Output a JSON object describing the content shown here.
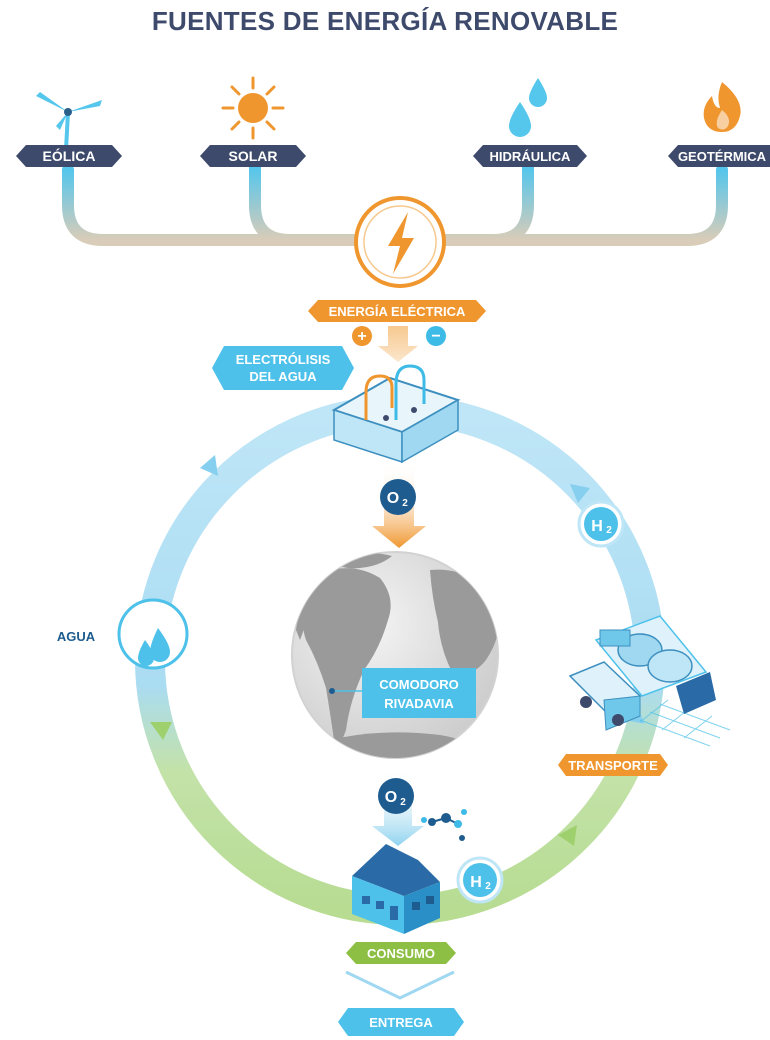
{
  "title": "FUENTES DE ENERGÍA RENOVABLE",
  "sources": [
    {
      "label": "EÓLICA",
      "icon": "wind-turbine-icon"
    },
    {
      "label": "SOLAR",
      "icon": "sun-icon"
    },
    {
      "label": "HIDRÁULICA",
      "icon": "water-drops-icon"
    },
    {
      "label": "GEOTÉRMICA",
      "icon": "flame-icon"
    }
  ],
  "power": {
    "label": "ENERGÍA ELÉCTRICA",
    "plus": "+",
    "minus": "−",
    "icon": "lightning-bolt-icon"
  },
  "electrolysis": {
    "line1": "ELECTRÓLISIS",
    "line2": "DEL AGUA"
  },
  "oxygen": {
    "o": "O",
    "sub": "2"
  },
  "hydrogen": {
    "h": "H",
    "sub": "2"
  },
  "water": {
    "label": "AGUA"
  },
  "location": {
    "line1": "COMODORO",
    "line2": "RIVADAVIA"
  },
  "transport": {
    "label": "TRANSPORTE"
  },
  "consumption": {
    "label": "CONSUMO"
  },
  "delivery": {
    "label": "ENTREGA"
  },
  "colors": {
    "navy": "#3d4a6b",
    "cyan": "#3dbbe6",
    "orange": "#f0962e",
    "green": "#8dbf45",
    "dark_blue": "#1e5c8f",
    "grey": "#9a9a9a"
  }
}
